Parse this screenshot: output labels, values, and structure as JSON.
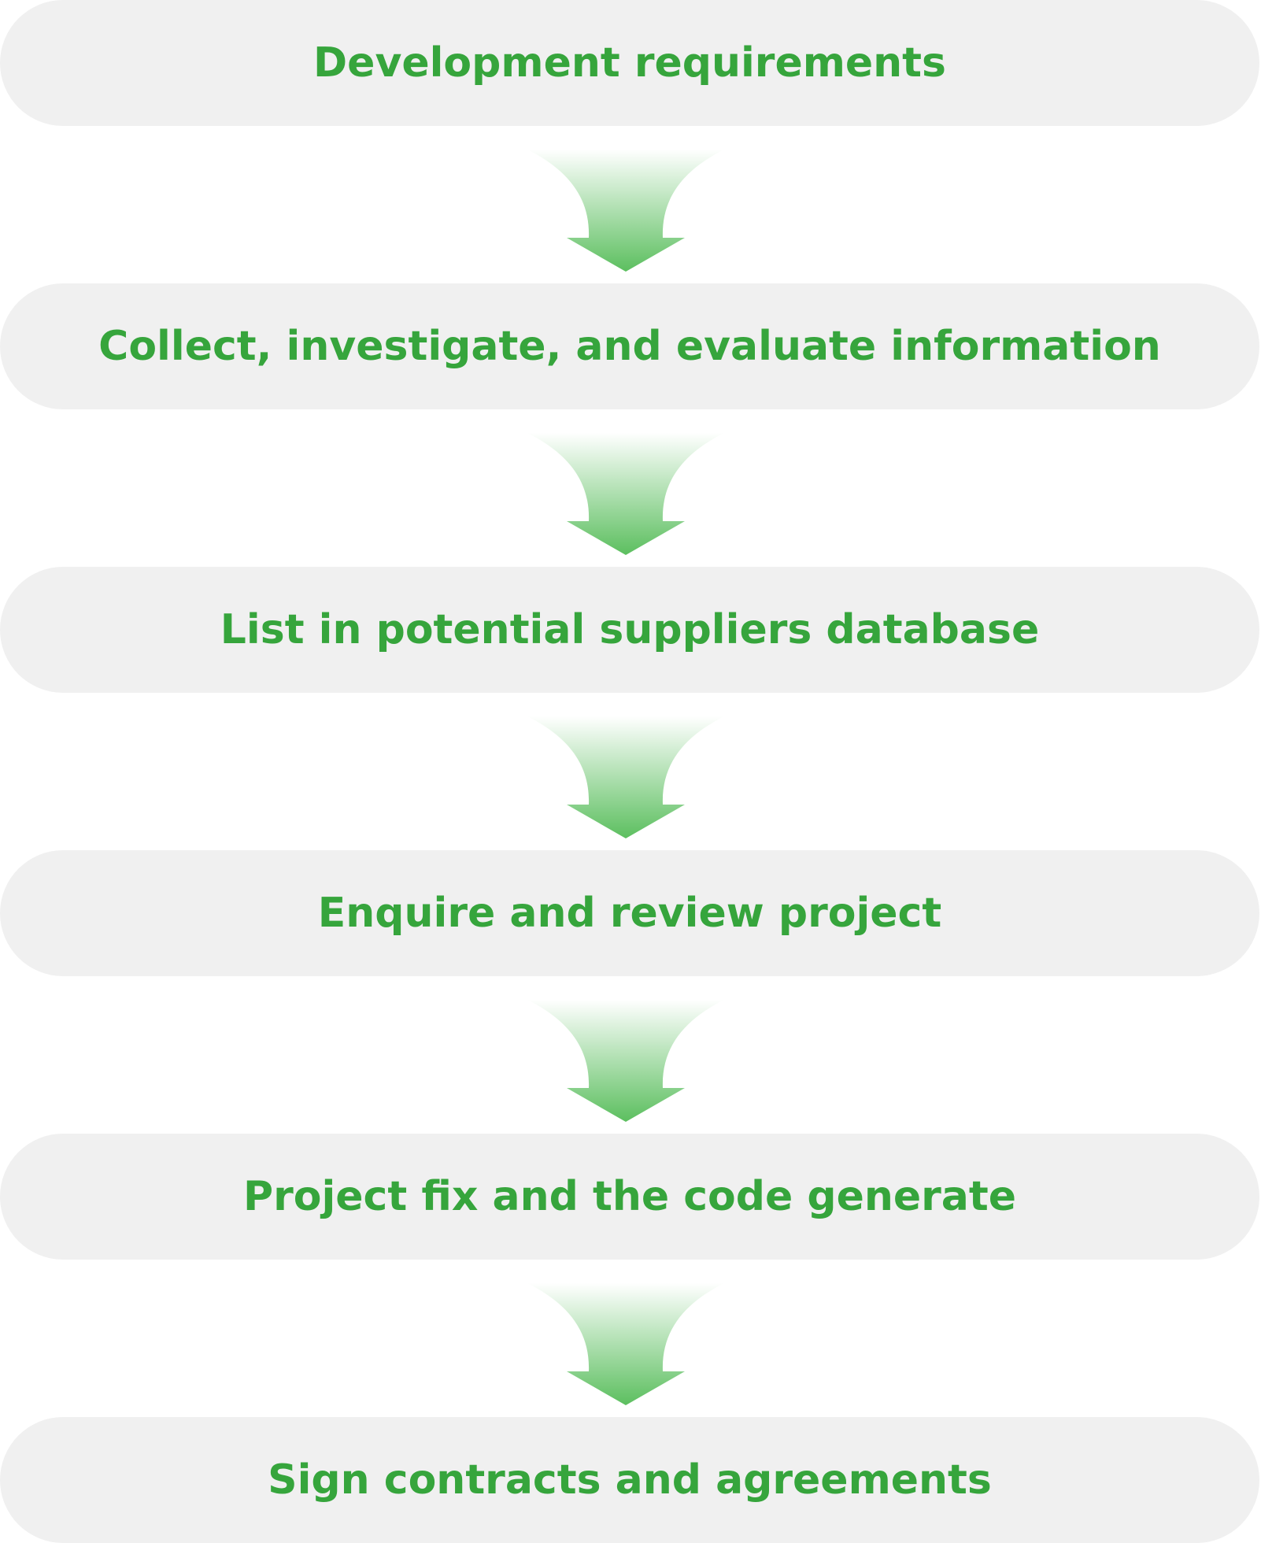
{
  "flowchart": {
    "accent_color": "#36a53c",
    "box_color": "#f0f0f0",
    "arrow_color_top": "#ffffff",
    "arrow_color_bottom": "#5cbf5f",
    "connector_icon": "down-arrow-icon",
    "steps": [
      {
        "label": "Development requirements"
      },
      {
        "label": "Collect, investigate, and evaluate information"
      },
      {
        "label": "List in potential suppliers database"
      },
      {
        "label": "Enquire and review project"
      },
      {
        "label": "Project fix and the code generate"
      },
      {
        "label": "Sign contracts and agreements"
      }
    ]
  }
}
